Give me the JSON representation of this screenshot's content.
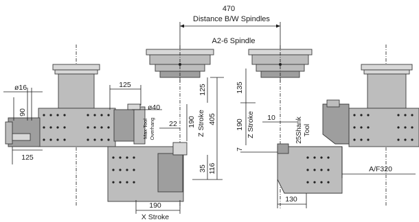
{
  "title_value": "470",
  "title_label": "Distance B/W Spindles",
  "spindle_label": "A2-6 Spindle",
  "left": {
    "d16": "ø16",
    "d90": "90",
    "d125_top": "125",
    "d125_side": "125",
    "d40": "ø40",
    "max_tool_1": "Max Tool",
    "max_tool_2": "Overhang",
    "d22": "22",
    "d190_z": "190",
    "z_stroke": "Z Stroke",
    "d405": "405",
    "d125_v": "125",
    "d35": "35",
    "d116": "116",
    "d190_x": "190",
    "x_stroke": "X Stroke"
  },
  "right": {
    "d135": "135",
    "d190_z": "190",
    "z_stroke": "Z Stroke",
    "d10": "10",
    "shank_1": "25Shank",
    "shank_2": "Tool",
    "d7": "7",
    "d130": "130",
    "af320": "A/F320"
  }
}
